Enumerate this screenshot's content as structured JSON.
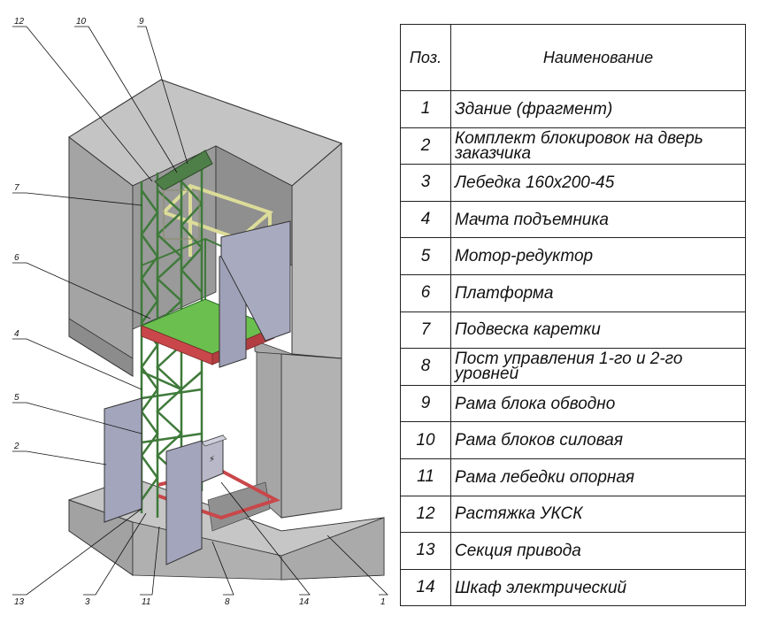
{
  "callouts": [
    "12",
    "10",
    "9",
    "7",
    "6",
    "4",
    "5",
    "2",
    "13",
    "3",
    "11",
    "8",
    "14",
    "1"
  ],
  "table": {
    "header": {
      "pos": "Поз.",
      "name": "Наименование"
    },
    "rows": [
      {
        "pos": "1",
        "name": "Здание (фрагмент)"
      },
      {
        "pos": "2",
        "name": "Комплект блокировок на дверь заказчика"
      },
      {
        "pos": "3",
        "name": "Лебедка 160х200-45"
      },
      {
        "pos": "4",
        "name": "Мачта подъемника"
      },
      {
        "pos": "5",
        "name": "Мотор-редуктор"
      },
      {
        "pos": "6",
        "name": "Платформа"
      },
      {
        "pos": "7",
        "name": "Подвеска каретки"
      },
      {
        "pos": "8",
        "name": "Пост управления 1-го и 2-го уровней"
      },
      {
        "pos": "9",
        "name": "Рама блока обводно"
      },
      {
        "pos": "10",
        "name": "Рама блоков силовая"
      },
      {
        "pos": "11",
        "name": "Рама лебедки опорная"
      },
      {
        "pos": "12",
        "name": "Растяжка УКСК"
      },
      {
        "pos": "13",
        "name": "Секция привода"
      },
      {
        "pos": "14",
        "name": "Шкаф электрический"
      }
    ]
  },
  "colors": {
    "building_light": "#bfbfbf",
    "building_mid": "#a9a9a9",
    "building_dark": "#8e8e8e",
    "mast": "#3f7a3a",
    "platform": "#6bbf4e",
    "platform_frame": "#c9474a",
    "door": "#9fa1b8",
    "top_frame": "#dcdc9a"
  }
}
